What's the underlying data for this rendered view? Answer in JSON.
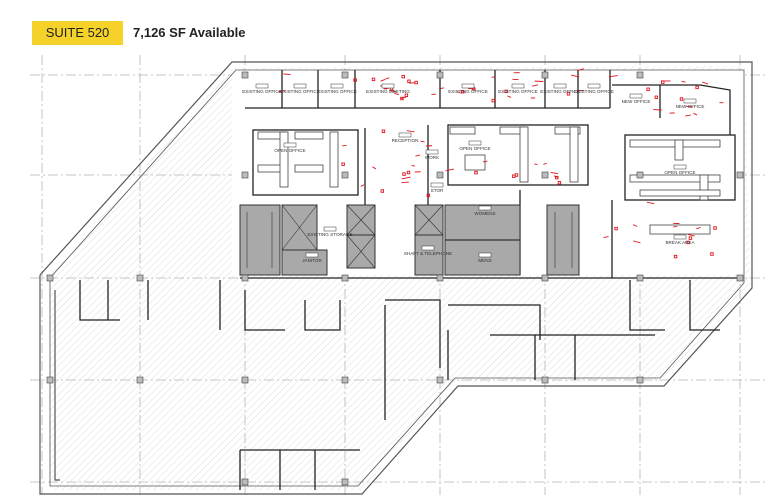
{
  "header": {
    "suite_label": "SUITE 520",
    "availability": "7,126 SF Available",
    "badge_color": "#f4d22a"
  },
  "floor_plan": {
    "markup_color": "#e0141e",
    "core_color": "#a9a9a9",
    "rooms": [
      {
        "label": "EXISTING OFFICE"
      },
      {
        "label": "EXISTING OFFICE"
      },
      {
        "label": "EXISTING OFFICE"
      },
      {
        "label": "EXISTING MEETING"
      },
      {
        "label": "EXISTING OFFICE"
      },
      {
        "label": "EXISTING OFFICE"
      },
      {
        "label": "EXISTING OFFICE"
      },
      {
        "label": "EXISTING OFFICE"
      },
      {
        "label": "NEW OFFICE"
      },
      {
        "label": "NEW OFFICE"
      },
      {
        "label": "OPEN OFFICE"
      },
      {
        "label": "RECEPTION"
      },
      {
        "label": "WORK"
      },
      {
        "label": "OPEN OFFICE"
      },
      {
        "label": "OPEN OFFICE"
      },
      {
        "label": "STOR"
      },
      {
        "label": "EXISTING STORAGE"
      },
      {
        "label": "JANITOR"
      },
      {
        "label": "SHAFT & TELEPHONE"
      },
      {
        "label": "WOMENS"
      },
      {
        "label": "MENS"
      },
      {
        "label": "BREAK AREA"
      }
    ]
  }
}
